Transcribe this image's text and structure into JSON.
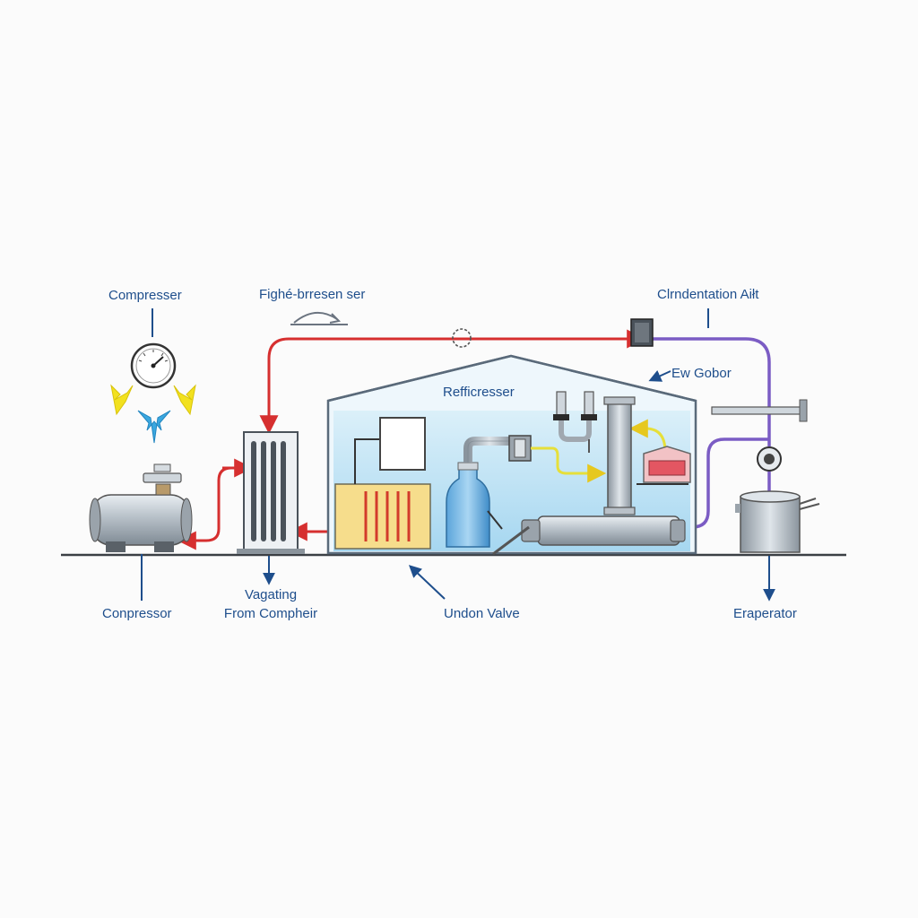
{
  "labels": {
    "compresser_top": "Compresser",
    "fighe_bresen": "Fighé-brresen ser",
    "condensation_air": "Clrndentation Aiłt",
    "refricresser": "Refficresser",
    "ew_gobor": "Ew Gobor",
    "compressor_bottom": "Conpressor",
    "vagating": "Vagating",
    "from_compheir": "From Compheir",
    "undon_valve": "Undon Valve",
    "evaporator": "Eraperator"
  },
  "colors": {
    "hot_line": "#d62f2f",
    "suction_line": "#7b5cc4",
    "liquid_line": "#e6df3a",
    "label_text": "#1e4e8c",
    "tank_fill": "#cde9f7",
    "water_fill": "#8fcdee",
    "frame": "#5a6a7a"
  },
  "icons": {
    "gauge": "pressure-gauge-icon",
    "compressor": "compressor-icon",
    "condenser": "condenser-coil-icon",
    "bottle": "gas-cylinder-icon",
    "evaporator": "evaporator-drum-icon"
  }
}
